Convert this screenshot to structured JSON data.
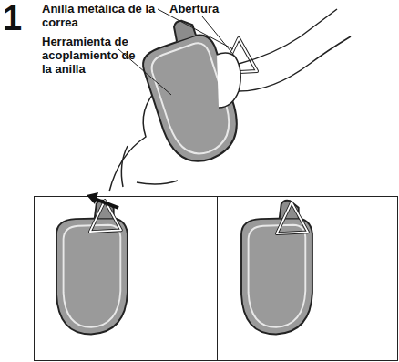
{
  "diagram": {
    "labels": [
      "1",
      "Anilla metálica de la correa",
      "Abertura",
      "Herramienta de acoplamiento de la anilla"
    ]
  }
}
